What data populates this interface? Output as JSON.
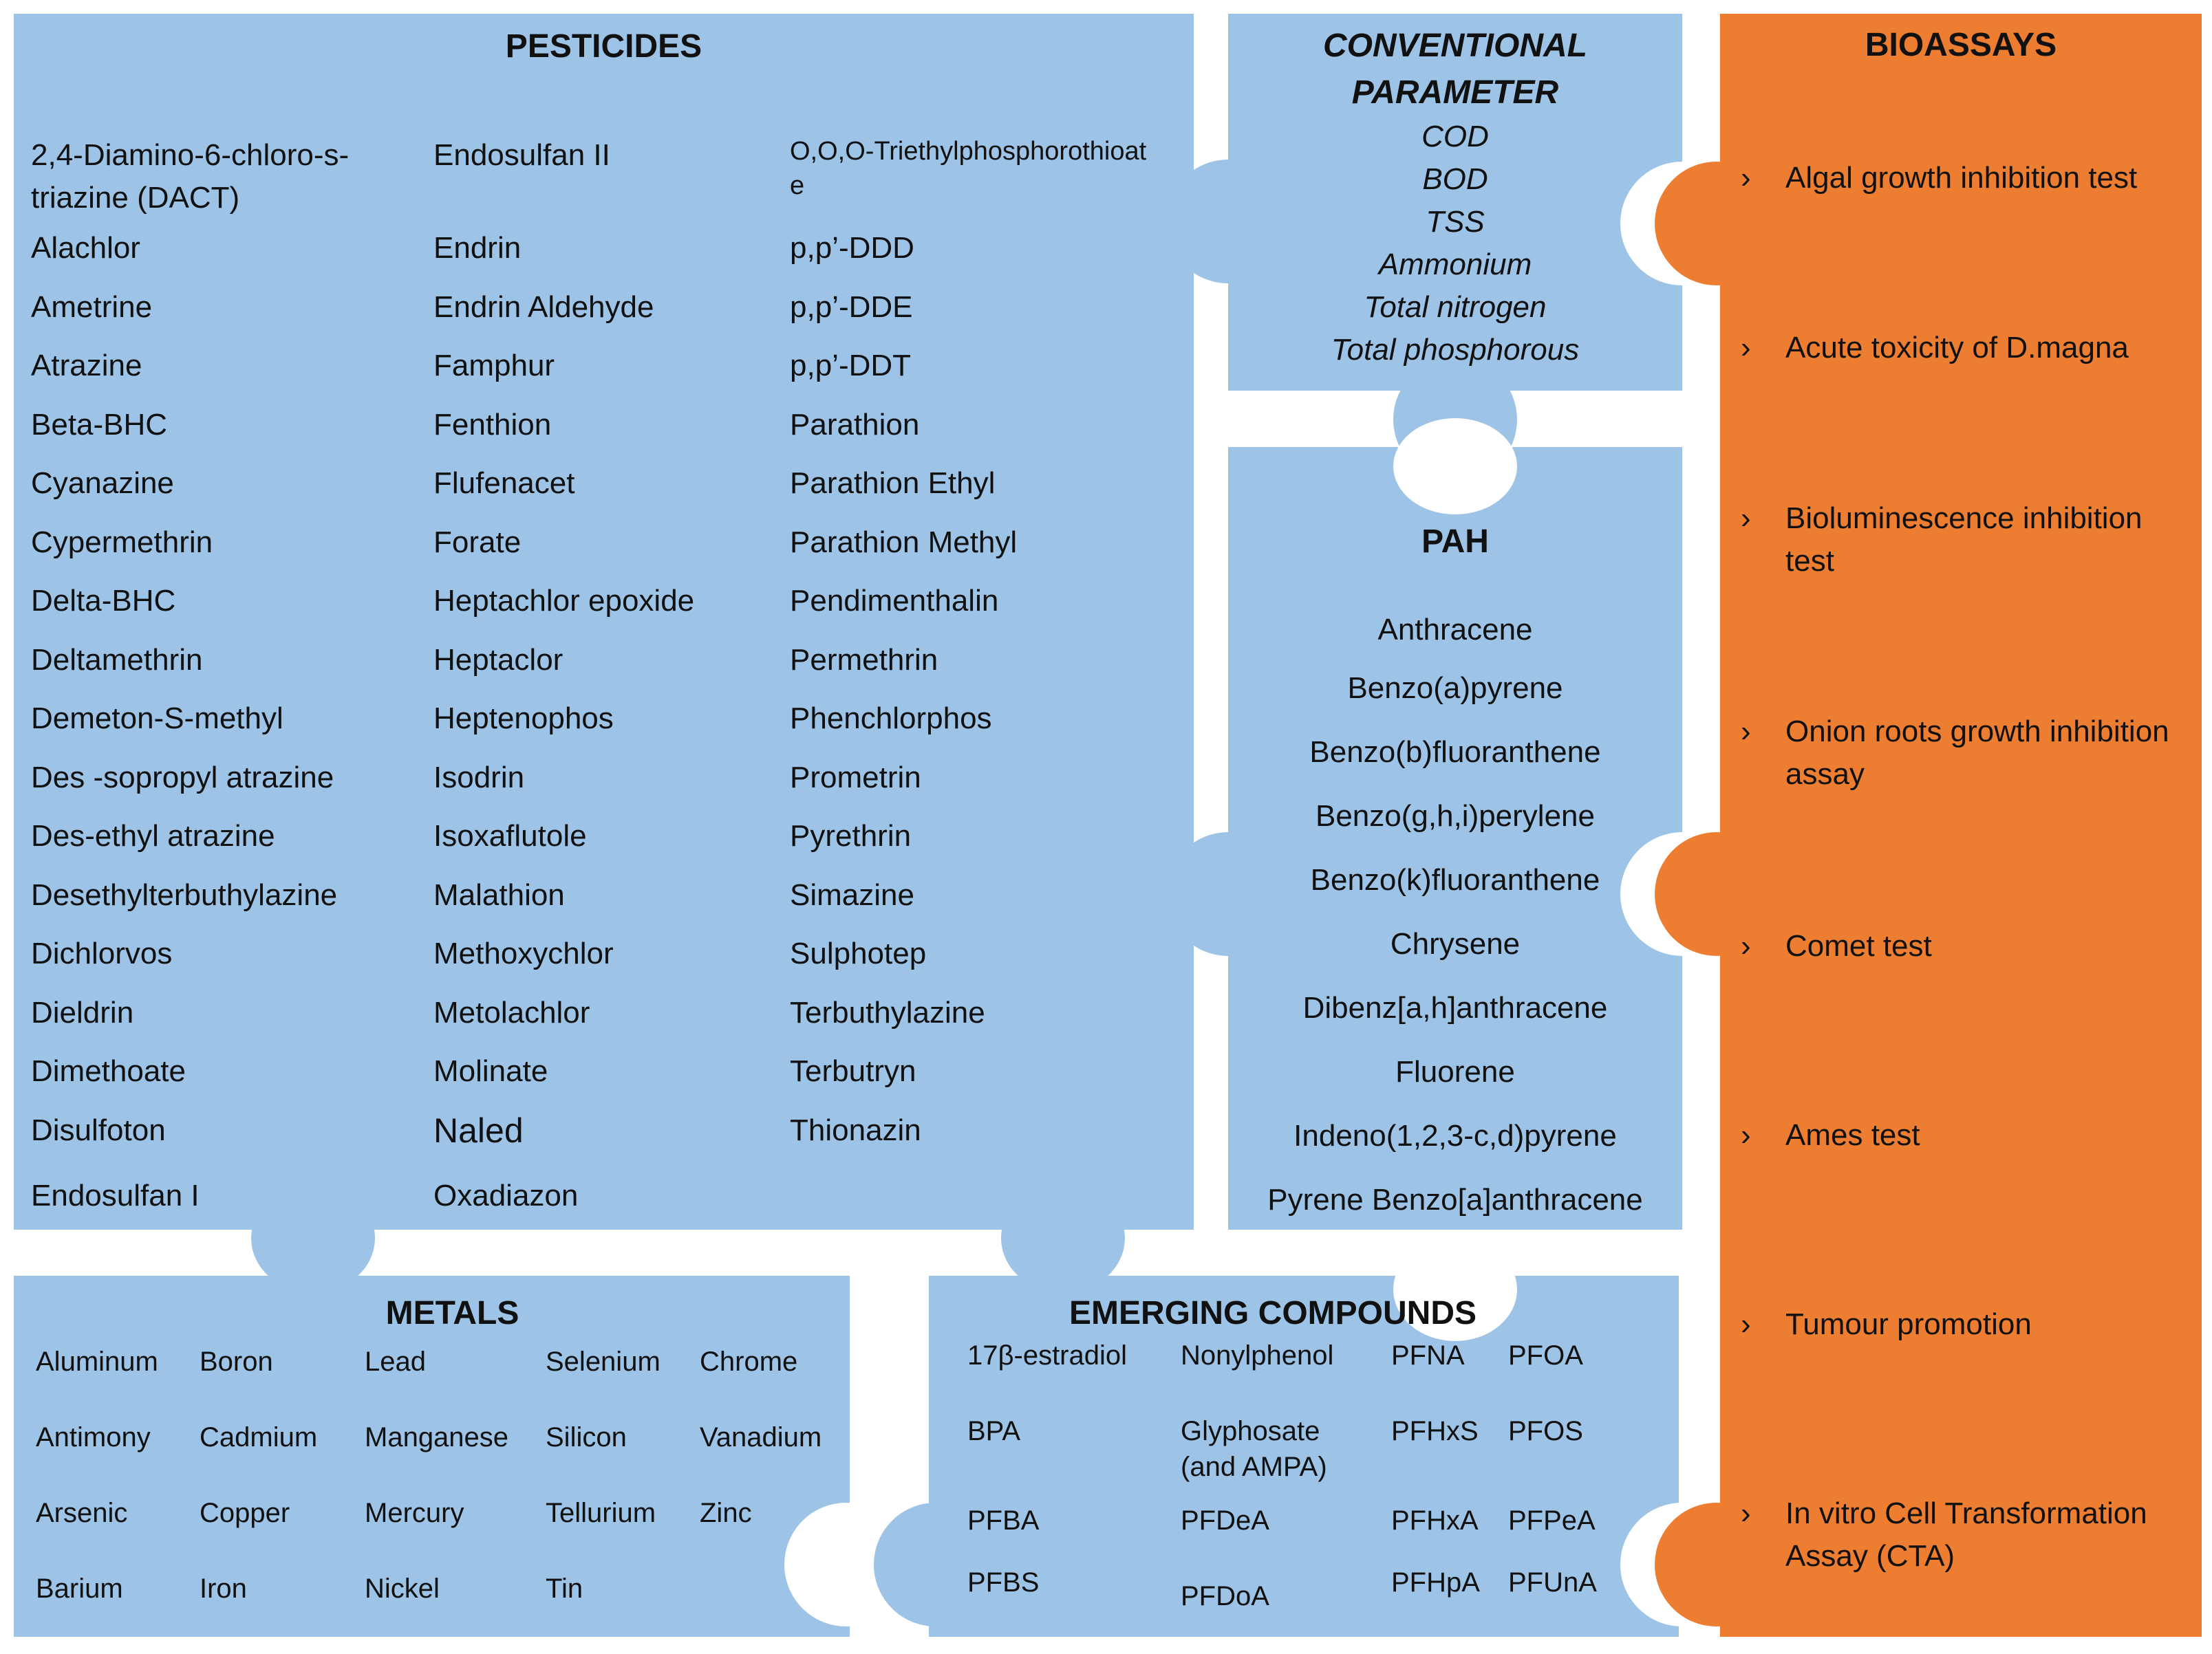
{
  "pesticides": {
    "title": "PESTICIDES",
    "col1": [
      "2,4-Diamino-6-chloro-s-triazine (DACT)",
      "Alachlor",
      "Ametrine",
      "Atrazine",
      "Beta-BHC",
      "Cyanazine",
      "Cypermethrin",
      "Delta-BHC",
      "Deltamethrin",
      "Demeton-S-methyl",
      "Des -sopropyl atrazine",
      "Des-ethyl atrazine",
      "Desethylterbuthylazine",
      "Dichlorvos",
      "Dieldrin",
      "Dimethoate",
      "Disulfoton",
      "Endosulfan I"
    ],
    "col2": [
      "Endosulfan II",
      "Endrin",
      "Endrin Aldehyde",
      "Famphur",
      "Fenthion",
      "Flufenacet",
      "Forate",
      "Heptachlor epoxide",
      "Heptaclor",
      "Heptenophos",
      "Isodrin",
      "Isoxaflutole",
      "Malathion",
      "Methoxychlor",
      "Metolachlor",
      "Molinate",
      "Naled",
      "Oxadiazon"
    ],
    "col3": [
      "O,O,O-Triethylphosphorothioate",
      "p,p’-DDD",
      "p,p’-DDE",
      "p,p’-DDT",
      "Parathion",
      "Parathion Ethyl",
      "Parathion Methyl",
      "Pendimenthalin",
      "Permethrin",
      "Phenchlorphos",
      "Prometrin",
      "Pyrethrin",
      "Simazine",
      "Sulphotep",
      "Terbuthylazine",
      "Terbutryn",
      "Thionazin"
    ]
  },
  "conventional": {
    "title_line1": "CONVENTIONAL",
    "title_line2": "PARAMETER",
    "items": [
      "COD",
      "BOD",
      "TSS",
      "Ammonium",
      "Total nitrogen",
      "Total phosphorous"
    ]
  },
  "pah": {
    "title": "PAH",
    "items": [
      "Anthracene",
      "Benzo(a)pyrene",
      "Benzo(b)fluoranthene",
      "Benzo(g,h,i)perylene",
      "Benzo(k)fluoranthene",
      "Chrysene",
      "Dibenz[a,h]anthracene",
      "Fluorene",
      "Indeno(1,2,3-c,d)pyrene",
      "Pyrene Benzo[a]anthracene"
    ]
  },
  "bioassays": {
    "title": "BIOASSAYS",
    "arrow": "›",
    "items": [
      "Algal growth inhibition test",
      "Acute toxicity of D.magna",
      "Bioluminescence inhibition test",
      "Onion roots growth inhibition assay",
      "Comet test",
      "Ames test",
      "Tumour promotion",
      "In vitro Cell Transformation Assay (CTA)"
    ]
  },
  "metals": {
    "title": "METALS",
    "col1": [
      "Aluminum",
      "Antimony",
      "Arsenic",
      "Barium"
    ],
    "col2": [
      "Boron",
      "Cadmium",
      "Copper",
      "Iron"
    ],
    "col3": [
      "Lead",
      "Manganese",
      "Mercury",
      "Nickel"
    ],
    "col4": [
      "Selenium",
      "Silicon",
      "Tellurium",
      "Tin"
    ],
    "col5": [
      "Chrome",
      "Vanadium",
      "Zinc"
    ]
  },
  "emerging": {
    "title": "EMERGING COMPOUNDS",
    "col1": [
      "17β-estradiol",
      "BPA",
      "PFBA",
      "PFBS"
    ],
    "col2": [
      "Nonylphenol",
      "Glyphosate (and AMPA)",
      "PFDeA",
      "PFDoA"
    ],
    "col3": [
      "PFNA",
      "PFHxS",
      "PFHxA",
      "PFHpA"
    ],
    "col4": [
      "PFOA",
      "PFOS",
      "PFPeA",
      "PFUnA"
    ]
  },
  "colors": {
    "blue_panel": "#9dc3e6",
    "orange_panel": "#ed7d31",
    "background": "#ffffff"
  }
}
